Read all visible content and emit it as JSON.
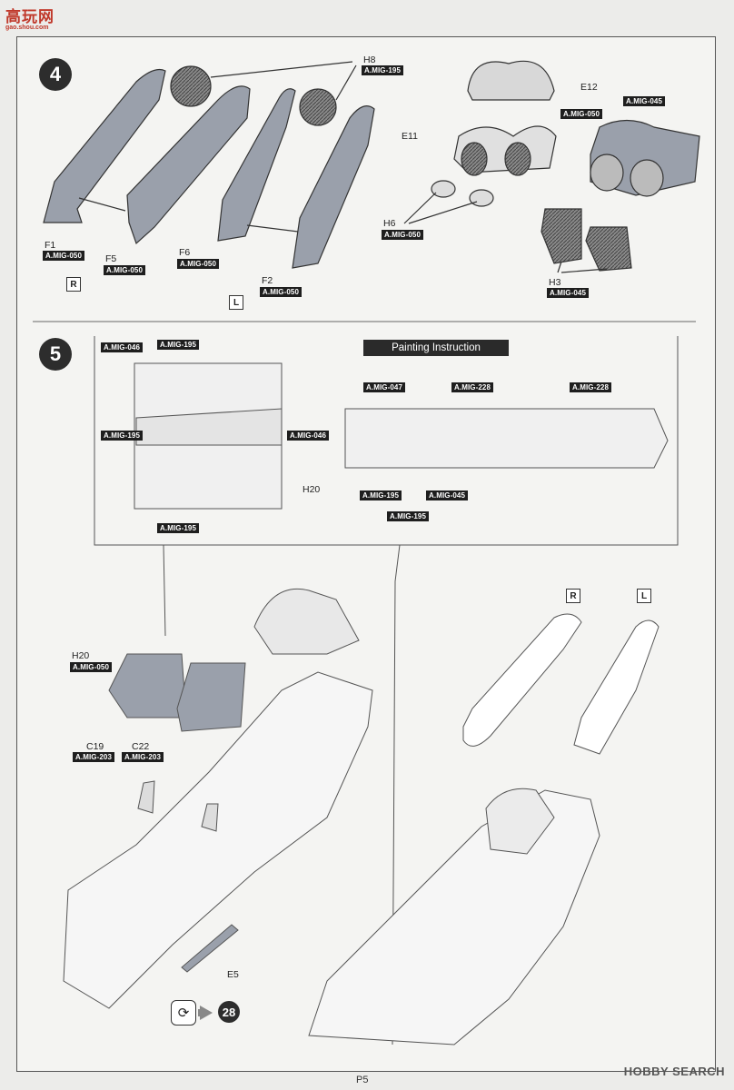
{
  "header": {
    "logo_main": "高玩网",
    "logo_sub": "gao.shou.com"
  },
  "step4": {
    "number": "4",
    "labels": [
      {
        "id": "h8",
        "part": "H8",
        "paint": "A.MIG-195"
      },
      {
        "id": "e12",
        "part": "E12",
        "paint": ""
      },
      {
        "id": "e11",
        "part": "E11",
        "paint": ""
      },
      {
        "id": "e050",
        "part": "",
        "paint": "A.MIG-050"
      },
      {
        "id": "e045",
        "part": "",
        "paint": "A.MIG-045"
      },
      {
        "id": "h6",
        "part": "H6",
        "paint": "A.MIG-050"
      },
      {
        "id": "h3",
        "part": "H3",
        "paint": "A.MIG-045"
      },
      {
        "id": "f1",
        "part": "F1",
        "paint": "A.MIG-050"
      },
      {
        "id": "f5",
        "part": "F5",
        "paint": "A.MIG-050"
      },
      {
        "id": "f6",
        "part": "F6",
        "paint": "A.MIG-050"
      },
      {
        "id": "f2",
        "part": "F2",
        "paint": "A.MIG-050"
      }
    ],
    "side_right": "R",
    "side_left": "L"
  },
  "step5": {
    "number": "5",
    "painting_instruction": "Painting Instruction",
    "left_inset": [
      {
        "id": "a",
        "paint": "A.MIG-046"
      },
      {
        "id": "b",
        "paint": "A.MIG-195"
      },
      {
        "id": "c",
        "paint": "A.MIG-195"
      },
      {
        "id": "d",
        "paint": "A.MIG-046"
      },
      {
        "id": "e",
        "paint": "A.MIG-195"
      }
    ],
    "left_inset_part": "H20",
    "right_inset": [
      {
        "id": "a",
        "paint": "A.MIG-047"
      },
      {
        "id": "b",
        "paint": "A.MIG-228"
      },
      {
        "id": "c",
        "paint": "A.MIG-228"
      },
      {
        "id": "d",
        "paint": "A.MIG-195"
      },
      {
        "id": "e",
        "paint": "A.MIG-045"
      },
      {
        "id": "f",
        "paint": "A.MIG-195"
      }
    ],
    "h20": {
      "part": "H20",
      "paint": "A.MIG-050"
    },
    "c19": {
      "part": "C19",
      "paint": "A.MIG-203"
    },
    "c22": {
      "part": "C22",
      "paint": "A.MIG-203"
    },
    "e5": "E5",
    "side_right": "R",
    "side_left": "L",
    "next_step": "28"
  },
  "footer": {
    "page": "P5",
    "watermark": "HOBBY SEARCH"
  }
}
